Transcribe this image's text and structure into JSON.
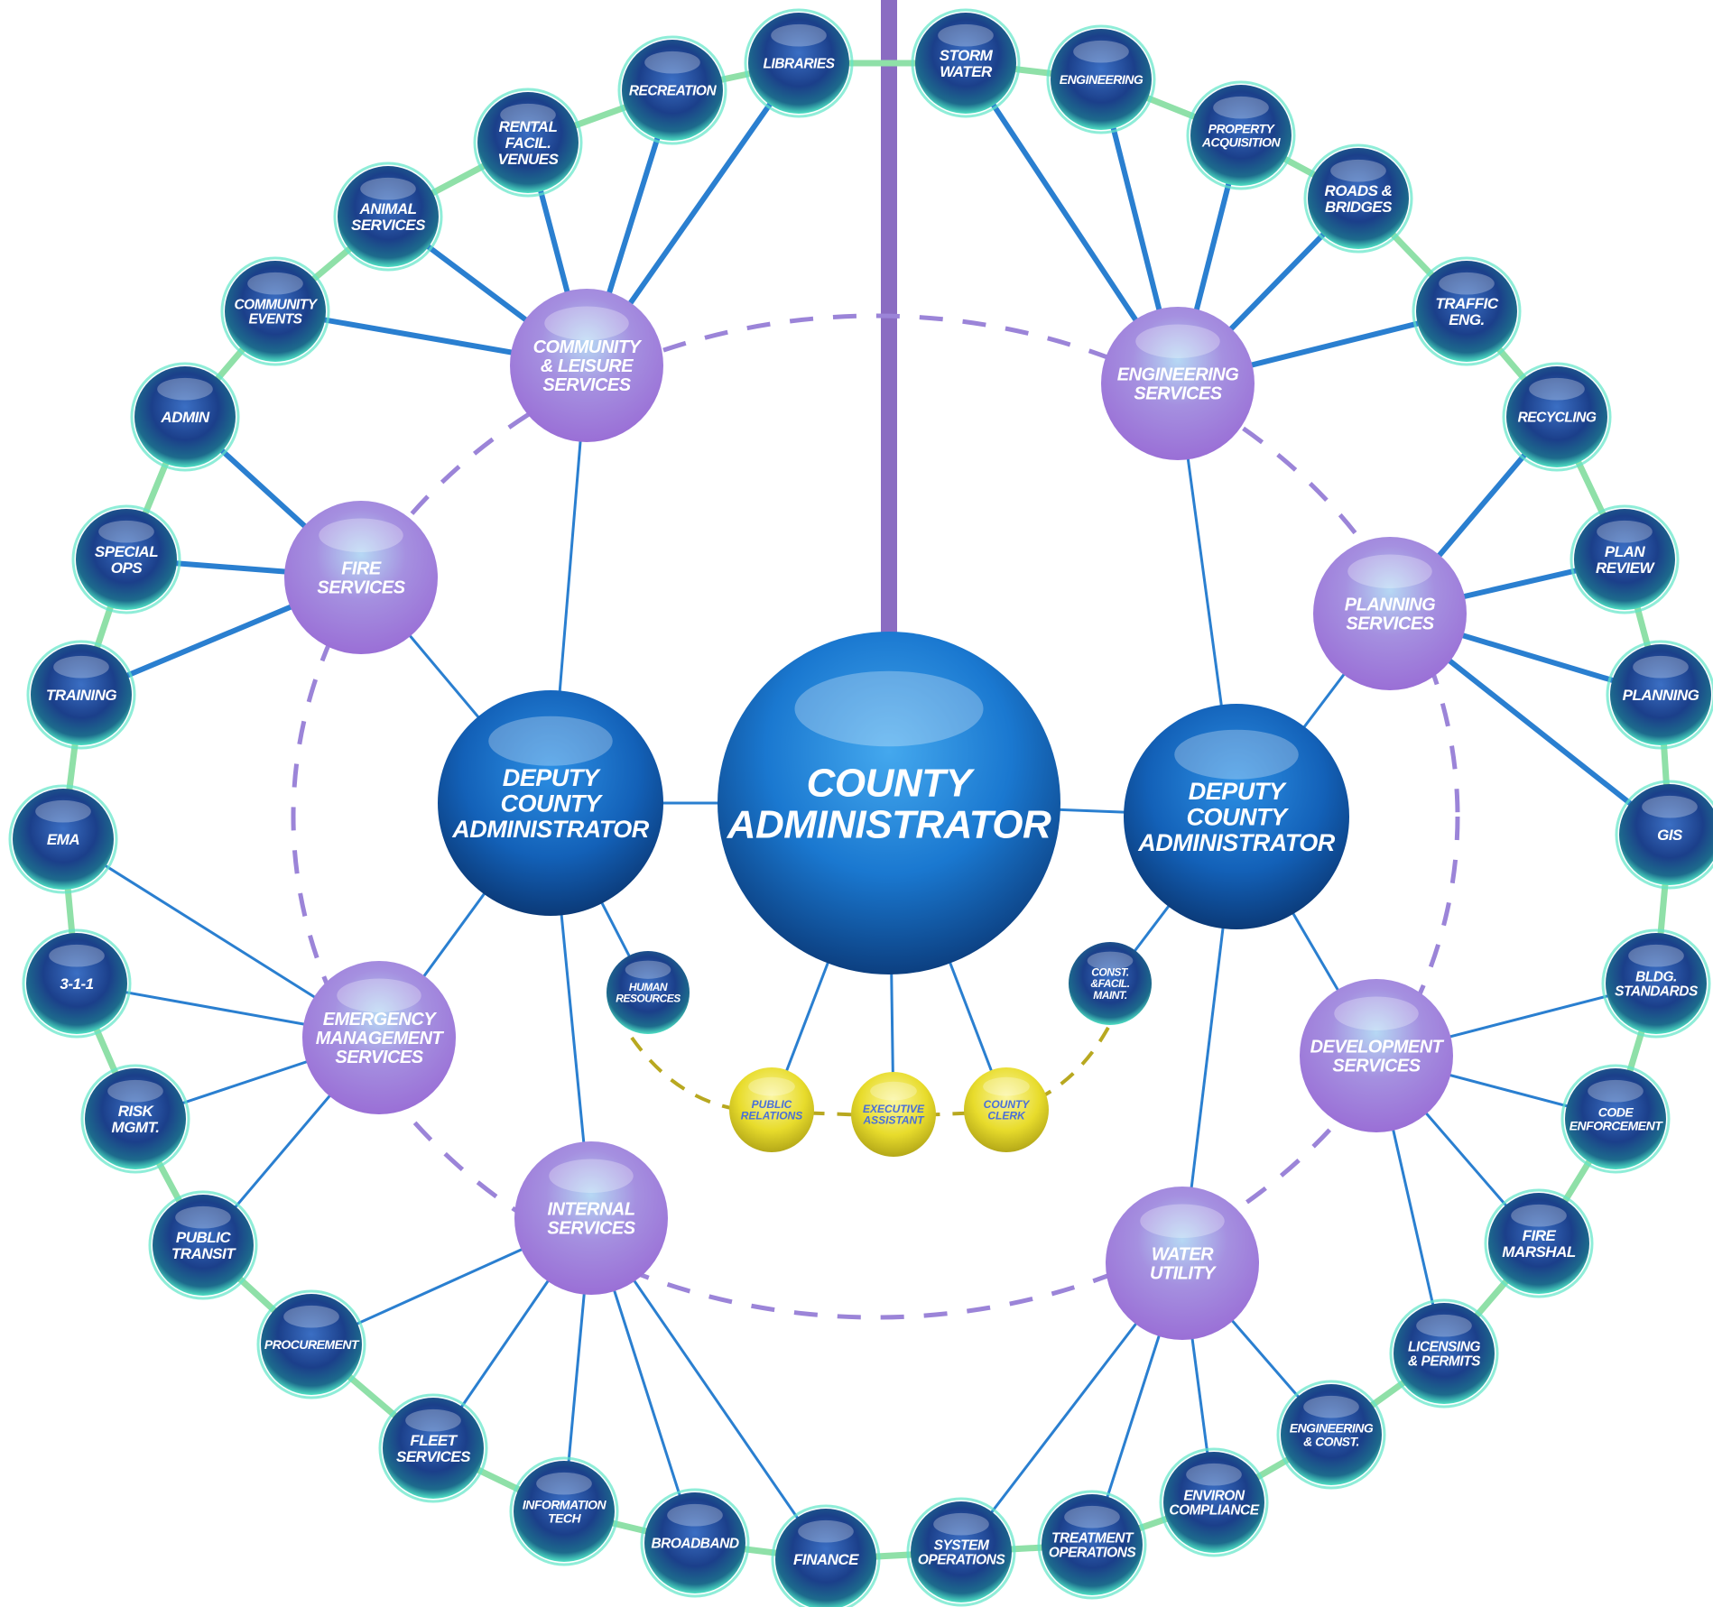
{
  "colors": {
    "outer_node": "#1b3f8a",
    "outer_node_glow": "#3fd8c8",
    "division_node": "#b48be6",
    "deputy_node": "#1667c4",
    "center_node": "#1a78d0",
    "staff_node": "#e8e030",
    "ring_outer": "#8fe0a8",
    "ring_dashed": "#9b84d8",
    "connector": "#2a7fd0",
    "top_bar": "#8a6cc2"
  },
  "center": {
    "label": [
      "COUNTY",
      "ADMINISTRATOR"
    ]
  },
  "deputies": [
    {
      "id": "deputy-left",
      "label": [
        "DEPUTY",
        "COUNTY",
        "ADMINISTRATOR"
      ]
    },
    {
      "id": "deputy-right",
      "label": [
        "DEPUTY",
        "COUNTY",
        "ADMINISTRATOR"
      ]
    }
  ],
  "divisions": [
    {
      "id": "community-leisure",
      "label": [
        "COMMUNITY",
        "& LEISURE",
        "SERVICES"
      ]
    },
    {
      "id": "fire",
      "label": [
        "FIRE",
        "SERVICES"
      ]
    },
    {
      "id": "emergency-management",
      "label": [
        "EMERGENCY",
        "MANAGEMENT",
        "SERVICES"
      ]
    },
    {
      "id": "internal",
      "label": [
        "INTERNAL",
        "SERVICES"
      ]
    },
    {
      "id": "engineering",
      "label": [
        "ENGINEERING",
        "SERVICES"
      ]
    },
    {
      "id": "planning",
      "label": [
        "PLANNING",
        "SERVICES"
      ]
    },
    {
      "id": "development",
      "label": [
        "DEVELOPMENT",
        "SERVICES"
      ]
    },
    {
      "id": "water-utility",
      "label": [
        "WATER",
        "UTILITY"
      ]
    }
  ],
  "direct_reports": [
    {
      "id": "human-resources",
      "label": [
        "HUMAN",
        "RESOURCES"
      ]
    },
    {
      "id": "const-facil-maint",
      "label": [
        "CONST.",
        "&FACIL.",
        "MAINT."
      ]
    }
  ],
  "staff": [
    {
      "id": "public-relations",
      "label": [
        "PUBLIC",
        "RELATIONS"
      ]
    },
    {
      "id": "executive-assistant",
      "label": [
        "EXECUTIVE",
        "ASSISTANT"
      ]
    },
    {
      "id": "county-clerk",
      "label": [
        "COUNTY",
        "CLERK"
      ]
    }
  ],
  "departments": [
    {
      "id": "libraries",
      "label": [
        "LIBRARIES"
      ]
    },
    {
      "id": "recreation",
      "label": [
        "RECREATION"
      ]
    },
    {
      "id": "rental-facil-venues",
      "label": [
        "RENTAL",
        "FACIL.",
        "VENUES"
      ]
    },
    {
      "id": "animal-services",
      "label": [
        "ANIMAL",
        "SERVICES"
      ]
    },
    {
      "id": "community-events",
      "label": [
        "COMMUNITY",
        "EVENTS"
      ]
    },
    {
      "id": "admin",
      "label": [
        "ADMIN"
      ]
    },
    {
      "id": "special-ops",
      "label": [
        "SPECIAL",
        "OPS"
      ]
    },
    {
      "id": "training",
      "label": [
        "TRAINING"
      ]
    },
    {
      "id": "ema",
      "label": [
        "EMA"
      ]
    },
    {
      "id": "three-one-one",
      "label": [
        "3-1-1"
      ]
    },
    {
      "id": "risk-mgmt",
      "label": [
        "RISK",
        "MGMT."
      ]
    },
    {
      "id": "public-transit",
      "label": [
        "PUBLIC",
        "TRANSIT"
      ]
    },
    {
      "id": "procurement",
      "label": [
        "PROCUREMENT"
      ]
    },
    {
      "id": "fleet-services",
      "label": [
        "FLEET",
        "SERVICES"
      ]
    },
    {
      "id": "information-tech",
      "label": [
        "INFORMATION",
        "TECH"
      ]
    },
    {
      "id": "broadband",
      "label": [
        "BROADBAND"
      ]
    },
    {
      "id": "finance",
      "label": [
        "FINANCE"
      ]
    },
    {
      "id": "system-operations",
      "label": [
        "SYSTEM",
        "OPERATIONS"
      ]
    },
    {
      "id": "treatment-operations",
      "label": [
        "TREATMENT",
        "OPERATIONS"
      ]
    },
    {
      "id": "environ-compliance",
      "label": [
        "ENVIRON",
        "COMPLIANCE"
      ]
    },
    {
      "id": "engineering-const",
      "label": [
        "ENGINEERING",
        "& CONST."
      ]
    },
    {
      "id": "licensing-permits",
      "label": [
        "LICENSING",
        "& PERMITS"
      ]
    },
    {
      "id": "fire-marshal",
      "label": [
        "FIRE",
        "MARSHAL"
      ]
    },
    {
      "id": "code-enforcement",
      "label": [
        "CODE",
        "ENFORCEMENT"
      ]
    },
    {
      "id": "bldg-standards",
      "label": [
        "BLDG.",
        "STANDARDS"
      ]
    },
    {
      "id": "gis",
      "label": [
        "GIS"
      ]
    },
    {
      "id": "planning",
      "label": [
        "PLANNING"
      ]
    },
    {
      "id": "plan-review",
      "label": [
        "PLAN",
        "REVIEW"
      ]
    },
    {
      "id": "recycling",
      "label": [
        "RECYCLING"
      ]
    },
    {
      "id": "traffic-eng",
      "label": [
        "TRAFFIC",
        "ENG."
      ]
    },
    {
      "id": "roads-bridges",
      "label": [
        "ROADS &",
        "BRIDGES"
      ]
    },
    {
      "id": "property-acquisition",
      "label": [
        "PROPERTY",
        "ACQUISITION"
      ]
    },
    {
      "id": "engineering-dept",
      "label": [
        "ENGINEERING"
      ]
    },
    {
      "id": "storm-water",
      "label": [
        "STORM",
        "WATER"
      ]
    }
  ]
}
